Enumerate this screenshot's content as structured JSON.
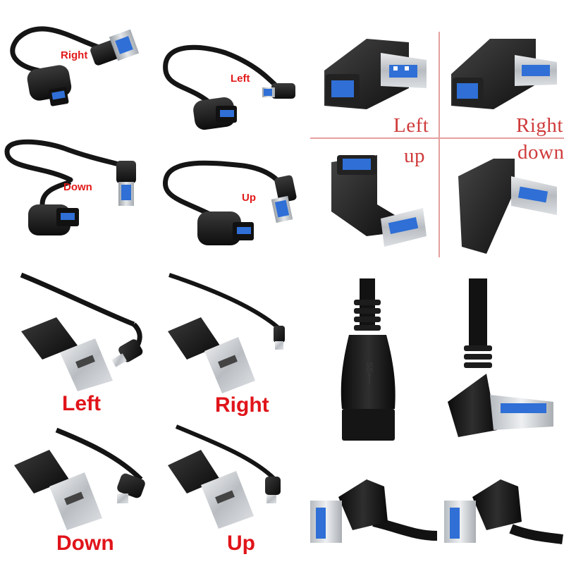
{
  "colors": {
    "label_red": "#e21a1a",
    "serif_red": "#cf3b3b",
    "cable_black": "#1a1a1a",
    "usb3_blue": "#2f6fd6",
    "metal": "#c9ccd0",
    "divider_pink": "#e6a0a0"
  },
  "panels": {
    "top_left": {
      "cables": [
        {
          "direction": "Right",
          "label": "Right"
        },
        {
          "direction": "Left",
          "label": "Left"
        },
        {
          "direction": "Down",
          "label": "Down"
        },
        {
          "direction": "Up",
          "label": "Up"
        }
      ]
    },
    "top_right": {
      "adapters": [
        {
          "label": "Left"
        },
        {
          "label": "Right"
        },
        {
          "label": "up"
        },
        {
          "label": "down"
        }
      ]
    },
    "bottom_left": {
      "cables": [
        {
          "label": "Left"
        },
        {
          "label": "Right"
        },
        {
          "label": "Down"
        },
        {
          "label": "Up"
        }
      ]
    },
    "bottom_right": {
      "items": [
        {
          "name": "usb3-female-extension"
        },
        {
          "name": "usb3-angled-male"
        },
        {
          "name": "usb3-angled-plug-left"
        },
        {
          "name": "usb3-angled-plug-right"
        }
      ]
    }
  }
}
